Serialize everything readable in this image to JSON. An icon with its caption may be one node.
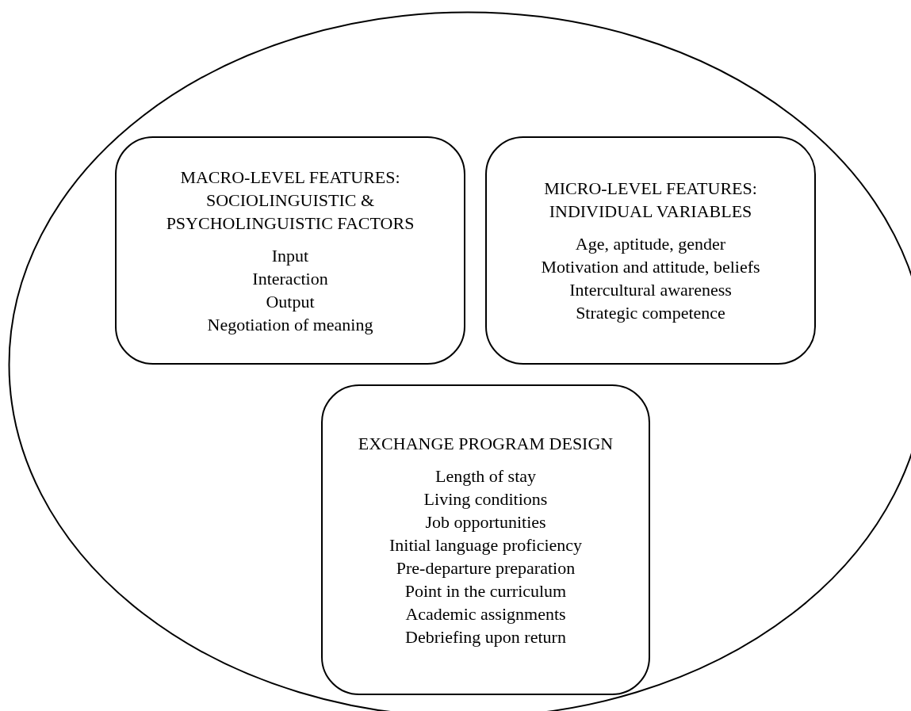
{
  "diagram": {
    "nodes": [
      {
        "text": [],
        "shape": "ellipse"
      },
      {
        "text": [
          "MACRO-LEVEL FEATURES: SOCIOLINGUISTIC & PSYCHOLINGUISTIC FACTORS",
          "Input",
          "Interaction",
          "Output",
          "Negotiation of meaning"
        ],
        "in": 0
      },
      {
        "text": [
          "MICRO-LEVEL FEATURES: INDIVIDUAL VARIABLES",
          "Age, aptitude, gender",
          "Motivation and attitude, beliefs",
          "Intercultural awareness",
          "Strategic competence"
        ],
        "in": 0
      },
      {
        "text": [
          "EXCHANGE PROGRAM DESIGN",
          "Length of stay",
          "Living conditions",
          "Job opportunities",
          "Initial language proficiency",
          "Pre-departure preparation",
          "Point in the curriculum",
          "Academic assignments",
          "Debriefing upon return"
        ],
        "in": 0
      }
    ]
  }
}
